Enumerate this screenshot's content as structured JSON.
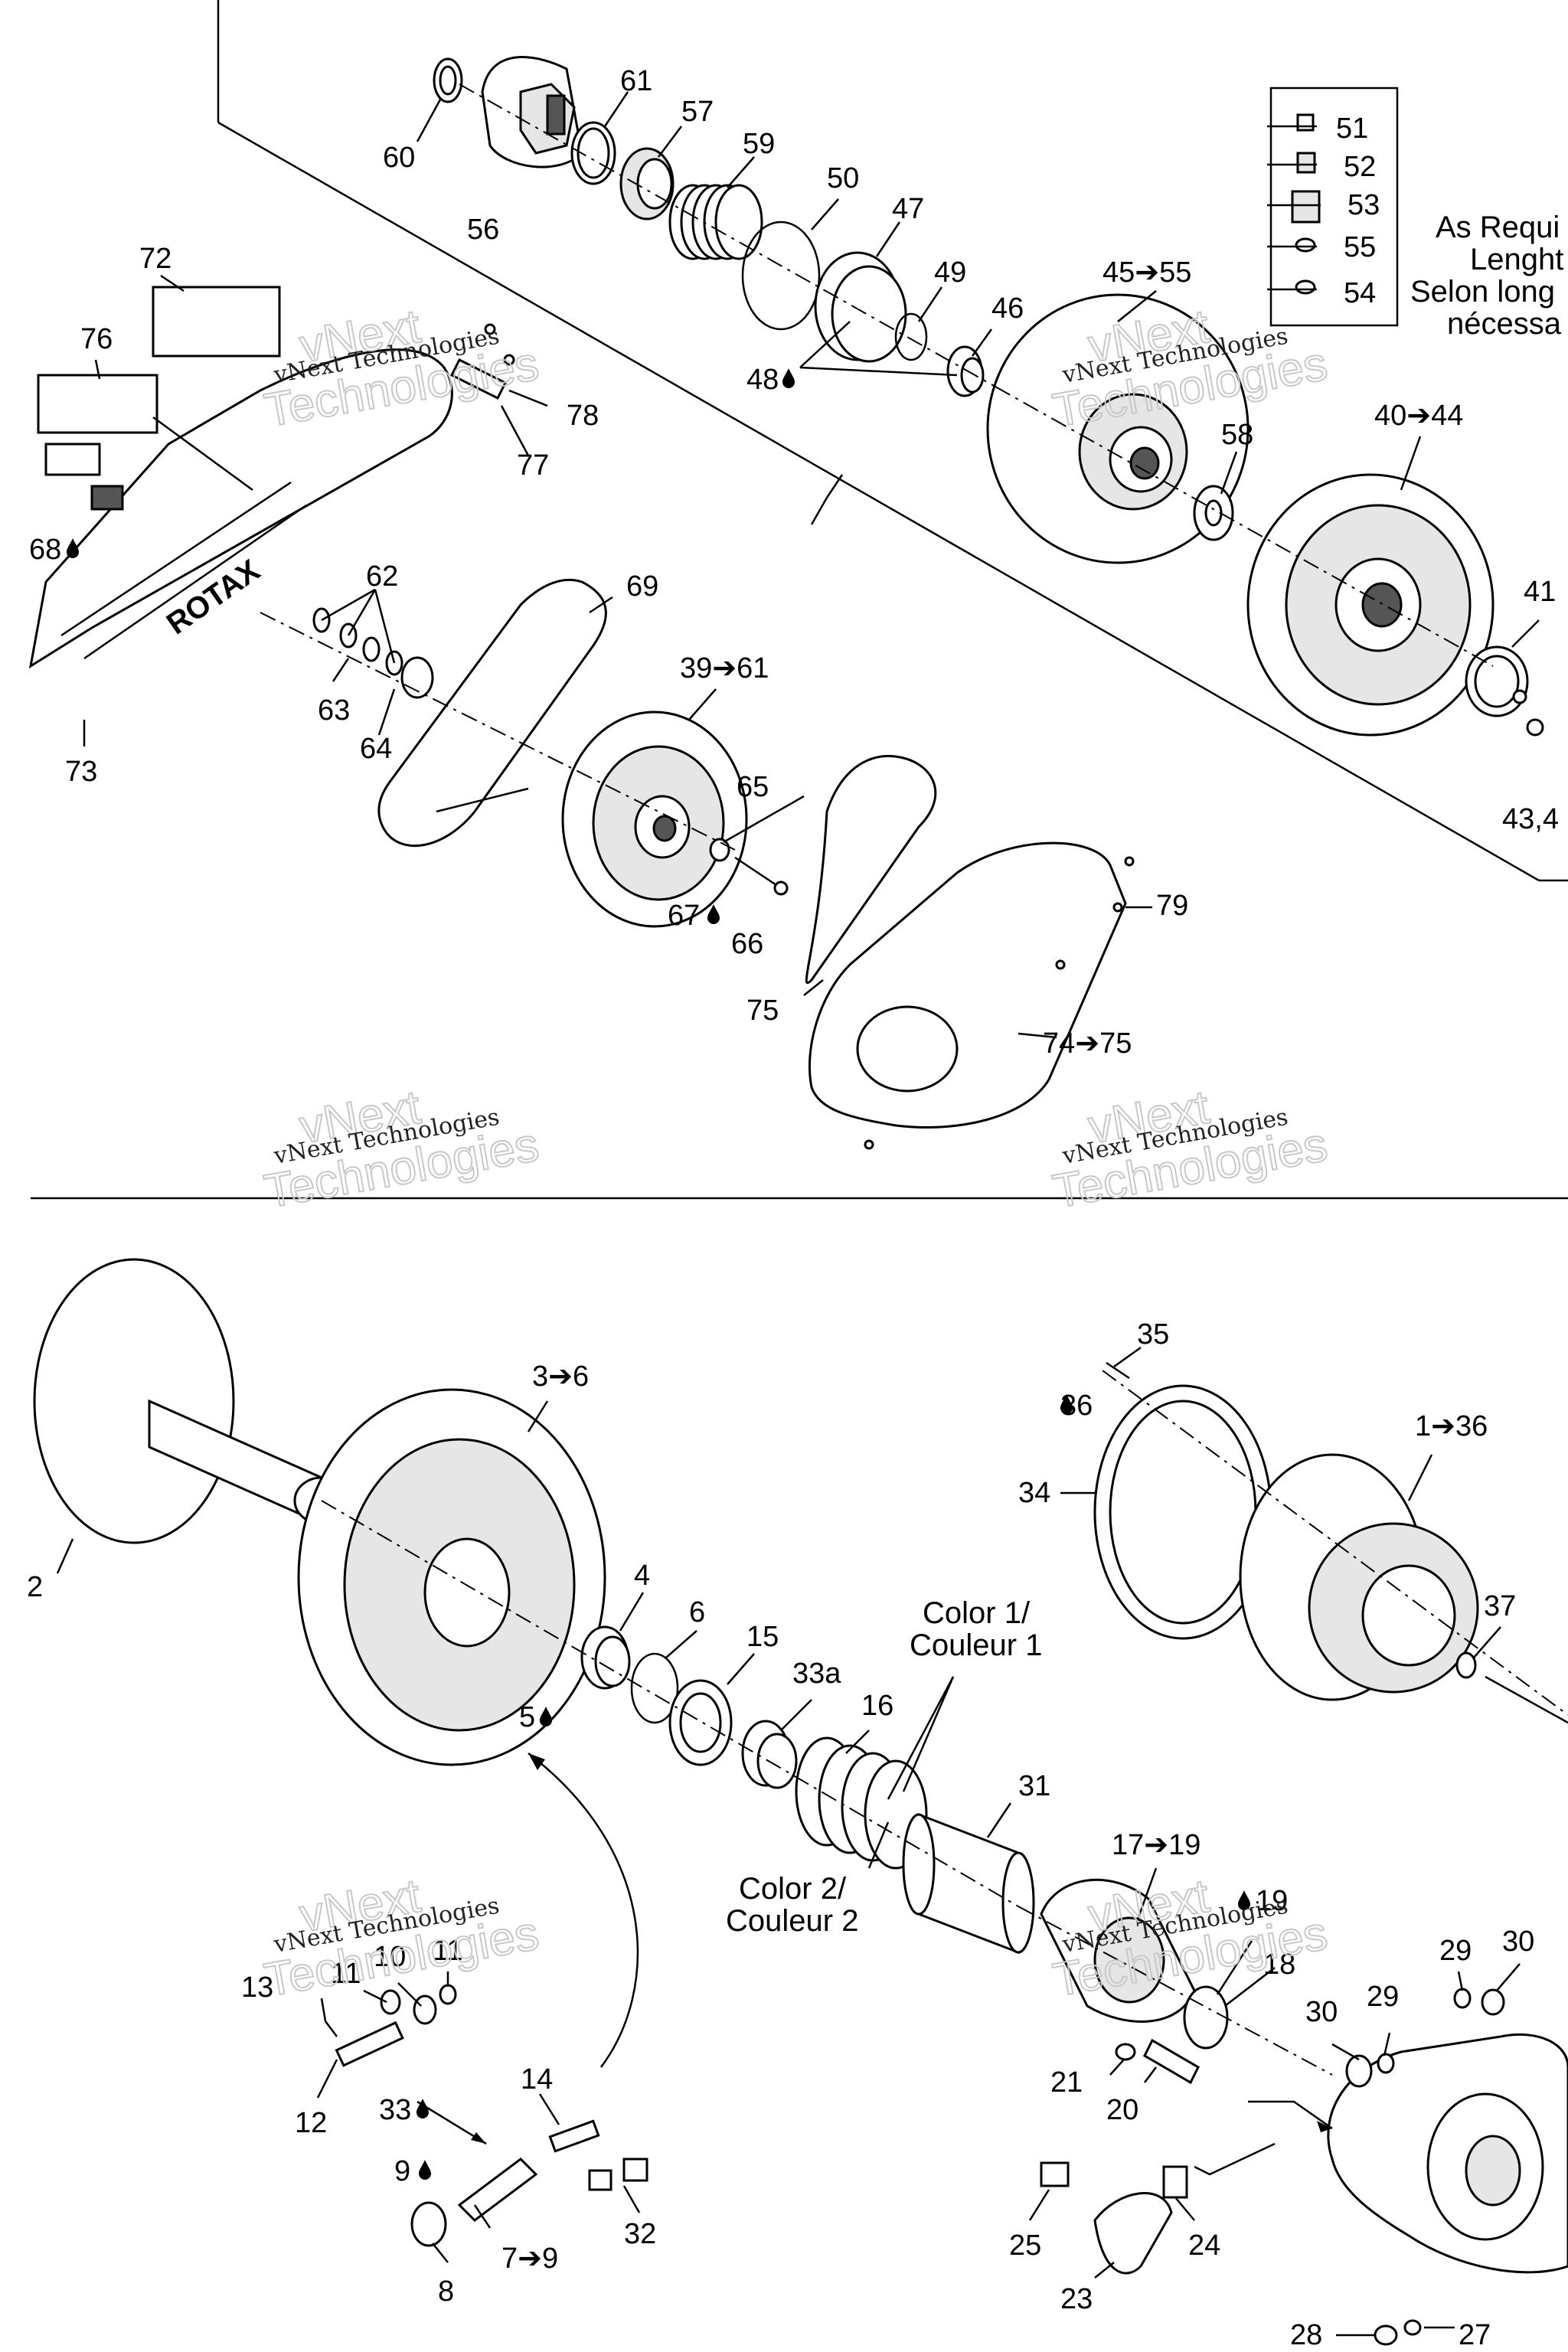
{
  "labels": {
    "l60": "60",
    "l61": "61",
    "l57": "57",
    "l59": "59",
    "l50": "50",
    "l47": "47",
    "l49": "49",
    "l46": "46",
    "l48": "48",
    "l45_55": "45➔55",
    "l56": "56",
    "l51": "51",
    "l52": "52",
    "l53": "53",
    "l55b": "55",
    "l54": "54",
    "l72": "72",
    "l76": "76",
    "l78": "78",
    "l77": "77",
    "l68": "68",
    "l62": "62",
    "l63": "63",
    "l64": "64",
    "l73": "73",
    "l69": "69",
    "l39_61": "39➔61",
    "l65": "65",
    "l67": "67",
    "l66": "66",
    "l40_44": "40➔44",
    "l58": "58",
    "l41": "41",
    "l43_4": "43,4",
    "l79": "79",
    "l75": "75",
    "l74_75": "74➔75",
    "l35": "35",
    "l36": "36",
    "l1_36": "1➔36",
    "l34": "34",
    "l37": "37",
    "l3_6": "3➔6",
    "l2": "2",
    "l4": "4",
    "l6": "6",
    "l15": "15",
    "l5": "5",
    "l33a": "33a",
    "l16": "16",
    "l31": "31",
    "l17_19": "17➔19",
    "l19": "19",
    "l18": "18",
    "l13": "13",
    "l11a": "11",
    "l10": "10",
    "l11b": "11",
    "l12": "12",
    "l33": "33",
    "l14": "14",
    "l9": "9",
    "l7_9": "7➔9",
    "l8": "8",
    "l32": "32",
    "l21": "21",
    "l20": "20",
    "l30a": "30",
    "l29a": "29",
    "l29b": "29",
    "l30b": "30",
    "l25": "25",
    "l24": "24",
    "l23": "23",
    "l28": "28",
    "l27": "27"
  },
  "notes": {
    "as_required_1": "As Requi",
    "as_required_2": "Lenght",
    "as_required_3": "Selon long",
    "as_required_4": "nécessa",
    "color1_1": "Color 1/",
    "color1_2": "Couleur 1",
    "color2_1": "Color 2/",
    "color2_2": "Couleur 2",
    "brand": "ROTAX"
  },
  "watermark": {
    "line1": "vNext",
    "line2": "vNext Technologies",
    "line3": "Technologies"
  },
  "icons": {
    "lubricant": "oil-drop-icon",
    "arrow": "right-arrow-glyph"
  }
}
